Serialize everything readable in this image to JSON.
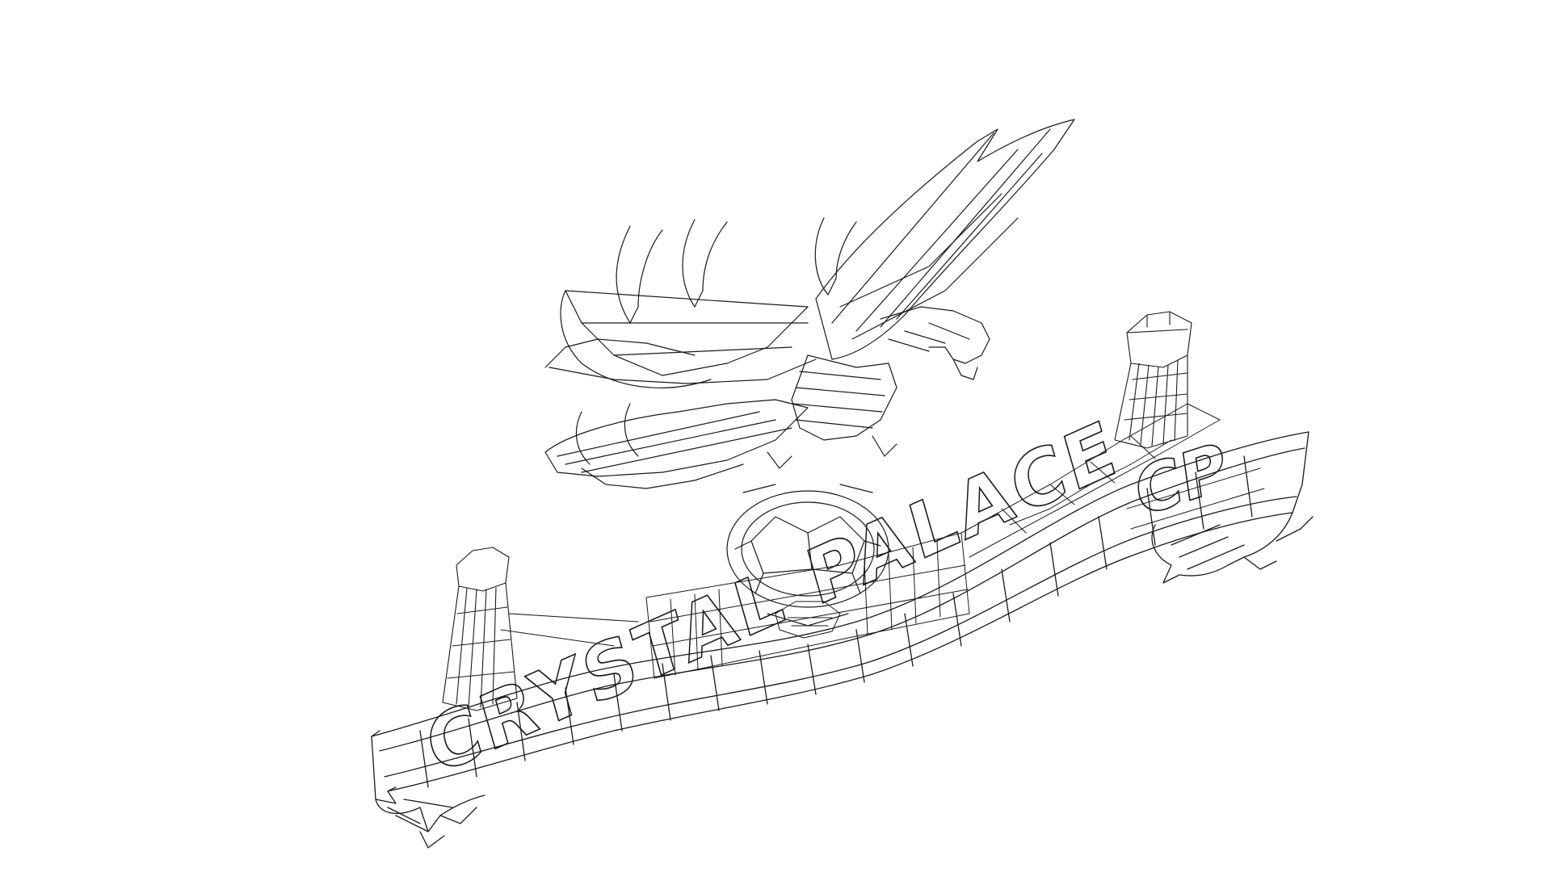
{
  "render": {
    "style": "wireframe",
    "background_color": "#ffffff",
    "line_color": "#1a1a1a"
  },
  "crest": {
    "banner_text": "CRYSTAL PALACE",
    "monogram": "CP",
    "emblem_figure": "eagle-icon",
    "scroll_figure": "banner-scroll-icon",
    "towers": [
      "tower-icon",
      "tower-icon"
    ],
    "stadium_figure": "stand-icon",
    "ball_figure": "football-icon"
  }
}
